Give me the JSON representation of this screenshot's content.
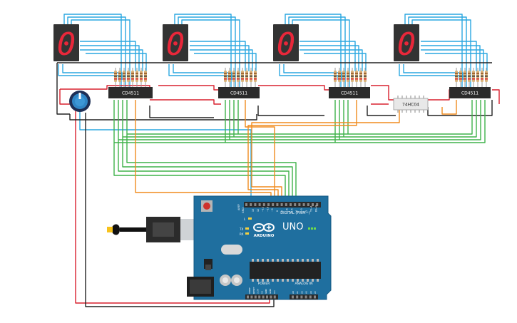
{
  "displays": [
    {
      "digit": "0"
    },
    {
      "digit": "0"
    },
    {
      "digit": "0"
    },
    {
      "digit": "0"
    }
  ],
  "decoders": [
    {
      "label": "CD4511"
    },
    {
      "label": "CD4511"
    },
    {
      "label": "CD4511"
    },
    {
      "label": "CD4511"
    }
  ],
  "inverter": {
    "label": "74HC04"
  },
  "arduino": {
    "brand": "ARDUINO",
    "model": "UNO",
    "digital_label": "DIGITAL (PWM~)",
    "analog_label": "ANALOG IN",
    "power_label": "POWER",
    "tx_label": "TX",
    "rx_label": "RX",
    "l_label": "L",
    "aref_label": "AREF",
    "gnd_label": "GND",
    "digital_pins": [
      "13",
      "12",
      "~11",
      "~10",
      "~9",
      "8",
      "7",
      "~6",
      "~5",
      "4",
      "~3",
      "2",
      "TX→1",
      "RX←0"
    ],
    "power_pins": [
      "IOREF",
      "RESET",
      "3.3V",
      "5V",
      "GND",
      "GND",
      "Vin"
    ],
    "analog_pins": [
      "A0",
      "A1",
      "A2",
      "A3",
      "A4",
      "A5"
    ]
  },
  "colors": {
    "wire_blue": "#2aa7e0",
    "wire_green": "#3fb24a",
    "wire_orange": "#f08c1e",
    "wire_red": "#d8202e",
    "wire_black": "#222222",
    "board": "#1f6f9f",
    "segment_on": "#e8273a",
    "display_body": "#333333"
  }
}
